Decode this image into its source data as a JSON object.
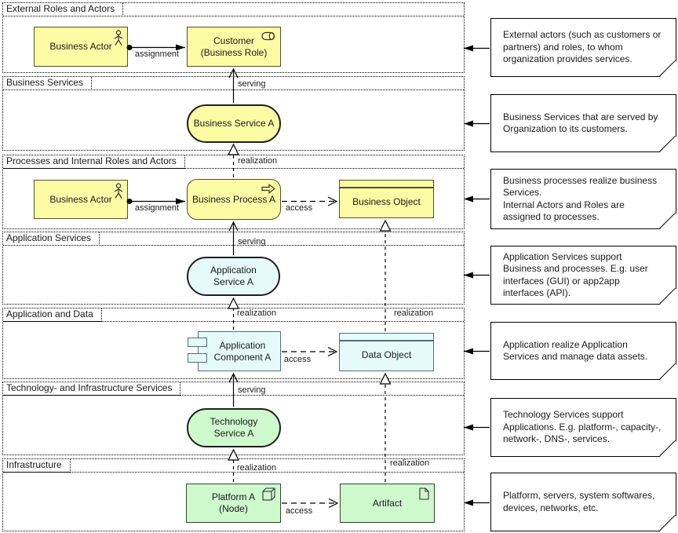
{
  "layers": {
    "l1": {
      "label": "External Roles and Actors"
    },
    "l2": {
      "label": "Business Services"
    },
    "l3": {
      "label": "Processes and Internal Roles and Actors"
    },
    "l4": {
      "label": "Application Services"
    },
    "l5": {
      "label": "Application and Data"
    },
    "l6": {
      "label": "Technology- and Infrastructure Services"
    },
    "l7": {
      "label": "Infrastructure"
    }
  },
  "nodes": {
    "business_actor_1": {
      "label": "Business Actor",
      "icon": "actor-icon"
    },
    "customer": {
      "label": "Customer\n(Business Role)",
      "icon": "role-icon"
    },
    "business_service_a": {
      "label": "Business Service A"
    },
    "business_actor_2": {
      "label": "Business Actor",
      "icon": "actor-icon"
    },
    "business_process_a": {
      "label": "Business Process A",
      "icon": "process-icon"
    },
    "business_object": {
      "label": "Business Object"
    },
    "application_service_a": {
      "label": "Application\nService A"
    },
    "application_component_a": {
      "label": "Application\nComponent A",
      "icon": "component-icon"
    },
    "data_object": {
      "label": "Data Object"
    },
    "technology_service_a": {
      "label": "Technology\nService A"
    },
    "platform_a": {
      "label": "Platform A\n(Node)",
      "icon": "node-icon"
    },
    "artifact": {
      "label": "Artifact",
      "icon": "artifact-icon"
    }
  },
  "edge_labels": {
    "assignment_1": "assignment",
    "serving_1": "serving",
    "realization_1": "realization",
    "assignment_2": "assignment",
    "access_1": "access",
    "serving_2": "serving",
    "realization_2": "realization",
    "realization_3": "realization",
    "access_2": "access",
    "serving_3": "serving",
    "realization_4": "realization",
    "realization_5": "realization",
    "access_3": "access"
  },
  "notes": {
    "n1": "External actors (such as customers or partners) and roles, to whom organization provides services.",
    "n2": "Business Services that are served by Organization to its customers.",
    "n3": "Business processes realize business Services.\nInternal Actors and Roles are assigned to processes.",
    "n4": "Application Services support Business and processes. E.g. user interfaces (GUI) or app2app interfaces (API).",
    "n5": "Application realize Application Services and manage data assets.",
    "n6": "Technology Services support Applications. E.g. platform-, capacity-, network-, DNS-, services.",
    "n7": "Platform, servers, system softwares, devices, networks, etc."
  },
  "colors": {
    "business_fill": "#FCFCA4",
    "application_fill": "#E6FAFA",
    "technology_fill": "#CDF9CD",
    "note_fill": "#FFFFFF",
    "line": "#000000"
  }
}
